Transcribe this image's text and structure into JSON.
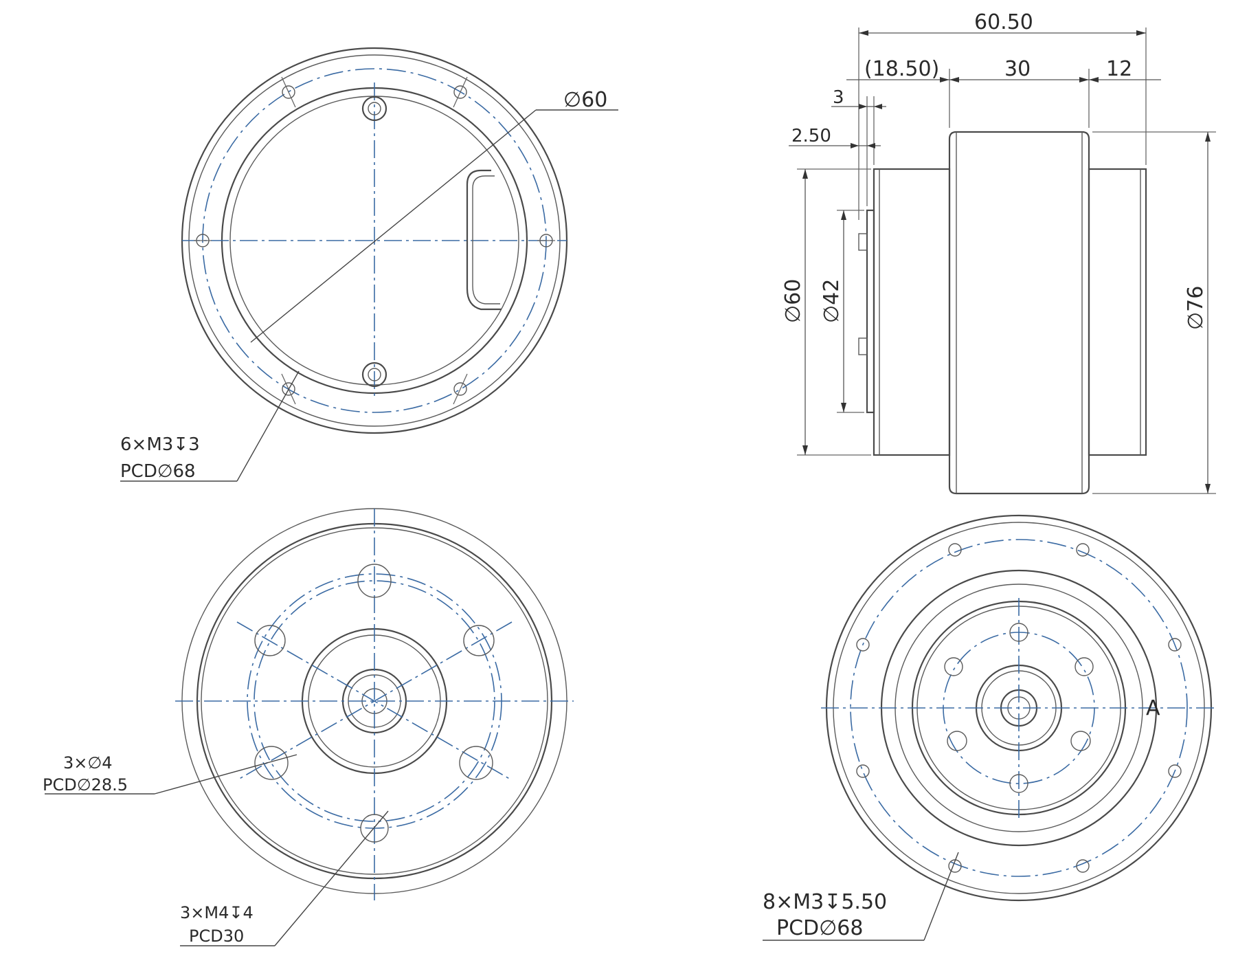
{
  "views": {
    "top_left": {
      "callout_diameter": "∅60",
      "note_holes_line1": "6×M3↧3",
      "note_holes_line2": "PCD∅68"
    },
    "side": {
      "dim_overall": "60.50",
      "dim_18_50": "(18.50)",
      "dim_30": "30",
      "dim_12": "12",
      "dim_3": "3",
      "dim_2_50": "2.50",
      "dim_dia_60": "∅60",
      "dim_dia_42": "∅42",
      "dim_dia_76": "∅76"
    },
    "bottom_left": {
      "note_a_line1": "3×∅4",
      "note_a_line2": "PCD∅28.5",
      "note_b_line1": "3×M4↧4",
      "note_b_line2": "PCD30"
    },
    "bottom_right": {
      "datum_label": "A",
      "note_line1": "8×M3↧5.50",
      "note_line2": "PCD∅68"
    }
  }
}
